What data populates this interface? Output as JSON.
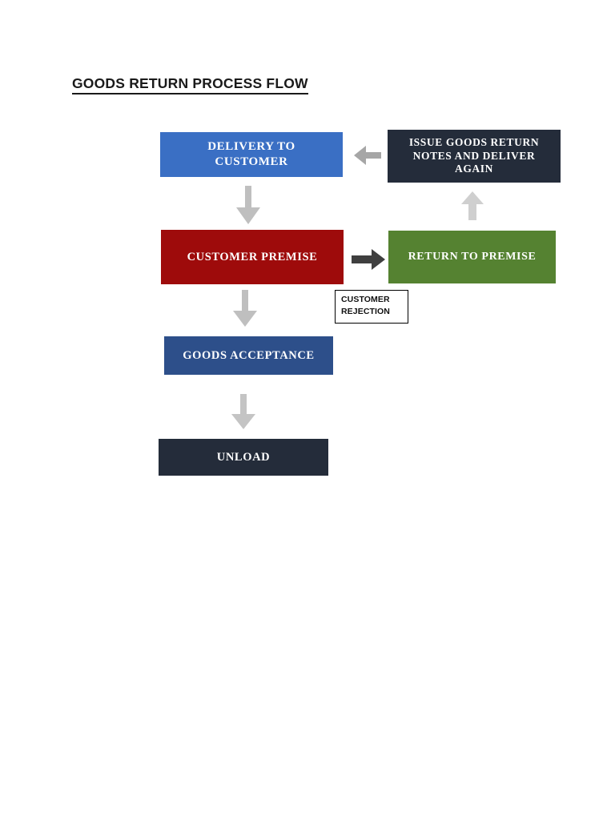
{
  "document": {
    "title": "GOODS RETURN PROCESS FLOW"
  },
  "flowchart": {
    "type": "process-flow-diagram",
    "nodes": [
      {
        "id": "delivery-to-customer",
        "label": "DELIVERY TO\nCUSTOMER",
        "color": "#3a6fc4",
        "text_color": "#ffffff"
      },
      {
        "id": "issue-goods-return-notes",
        "label": "ISSUE GOODS RETURN\nNOTES AND DELIVER\nAGAIN",
        "color": "#242c3a",
        "text_color": "#ffffff"
      },
      {
        "id": "customer-premise",
        "label": "CUSTOMER PREMISE",
        "color": "#9e0b0b",
        "text_color": "#ffffff"
      },
      {
        "id": "return-to-premise",
        "label": "RETURN TO PREMISE",
        "color": "#558231",
        "text_color": "#ffffff"
      },
      {
        "id": "goods-acceptance",
        "label": "GOODS ACCEPTANCE",
        "color": "#2d4f8a",
        "text_color": "#ffffff"
      },
      {
        "id": "unload",
        "label": "UNLOAD",
        "color": "#242c3a",
        "text_color": "#ffffff"
      }
    ],
    "annotations": [
      {
        "id": "customer-rejection",
        "label": "CUSTOMER\nREJECTION",
        "background": "#ffffff",
        "border_color": "#000000",
        "text_color": "#111111"
      }
    ],
    "connectors": [
      {
        "id": "delivery-to-premise",
        "icon": "arrow-down-icon",
        "direction": "down",
        "color": "#bfbfbf",
        "from": "delivery-to-customer",
        "to": "customer-premise"
      },
      {
        "id": "premise-to-acceptance",
        "icon": "arrow-down-icon",
        "direction": "down",
        "color": "#bfbfbf",
        "from": "customer-premise",
        "to": "goods-acceptance"
      },
      {
        "id": "acceptance-to-unload",
        "icon": "arrow-down-icon",
        "direction": "down",
        "color": "#bfbfbf",
        "from": "goods-acceptance",
        "to": "unload"
      },
      {
        "id": "premise-to-return",
        "icon": "arrow-right-icon",
        "direction": "right",
        "color": "#3f3f3f",
        "from": "customer-premise",
        "to": "return-to-premise"
      },
      {
        "id": "return-to-issue",
        "icon": "arrow-up-icon",
        "direction": "up",
        "color": "#cfcfcf",
        "from": "return-to-premise",
        "to": "issue-goods-return-notes"
      },
      {
        "id": "issue-to-delivery",
        "icon": "arrow-left-icon",
        "direction": "left",
        "color": "#a6a6a6",
        "from": "issue-goods-return-notes",
        "to": "delivery-to-customer"
      }
    ]
  }
}
